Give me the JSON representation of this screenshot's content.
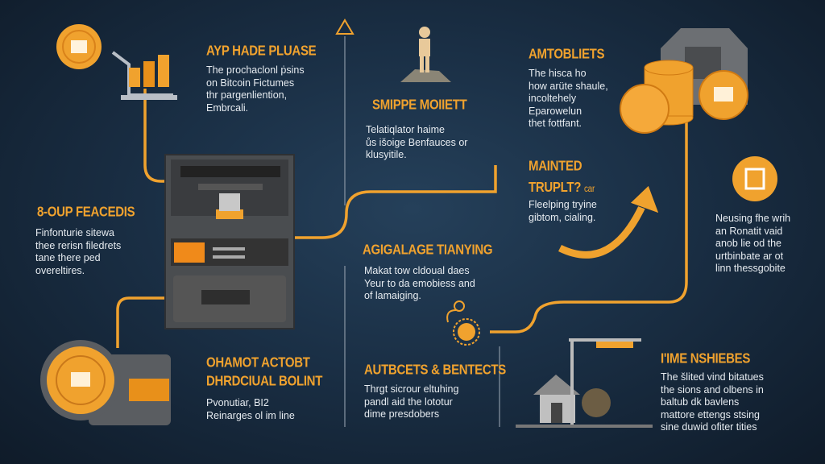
{
  "sections": [
    {
      "title": "AYP HADE PLUASE",
      "body": [
        "The prochaclonl ṗsins",
        "on Bitcoin Fictumes",
        "thr pargenliention,",
        "Embrcali."
      ]
    },
    {
      "title": "SMIPPE MOIIETT",
      "body": [
        "Telatiqlator haime",
        "ůs išoige Benfauces or",
        "klusyitile."
      ]
    },
    {
      "title": "AMTOBLIETS",
      "body": [
        "The hisca ho",
        "how arüte shaule,",
        "incoltehely",
        "Eparowelun",
        "thet fottfant."
      ]
    },
    {
      "title": "MAINTED TRUPLT?",
      "title_suffix": "car",
      "body": [
        "Fleelping tryine",
        "gibtom, cialing."
      ]
    },
    {
      "title": "8-OUP FEACEDIS",
      "body": [
        "Finfonturie sitewa",
        "thee rerisn filedrets",
        "tane there ped",
        "overeltires."
      ]
    },
    {
      "title": "AGIGALAGE TIANYING",
      "body": [
        "Makat tow cldoual daes",
        "Yeur to da emobiess and",
        "of lamaiging."
      ]
    },
    {
      "title": "",
      "body": [
        "Neusing fhe wrih",
        "an Ronatit vaid",
        "anob lie od the",
        "urtbinbate ar ot",
        "linn thessgobite"
      ]
    },
    {
      "title": "OHAMOT ACTOBT",
      "title2": "DHRDCIUAL BOLINT",
      "body": [
        "Pvonutiar, BI2",
        "Reinarges ol im line"
      ]
    },
    {
      "title": "AUTBCETS & BENTECTS",
      "body": [
        "Thrgt sicrour eltuhing",
        "pandl aid the lototur",
        "dime presdobers"
      ]
    },
    {
      "title": "I'IME NSHIEBES",
      "body": [
        "The šlited vind bitatues",
        "the sions and olbens in",
        "baltub dk bavlens",
        "mattore ettengs stsing",
        "sine duwid ofiter tities"
      ]
    }
  ],
  "colors": {
    "accent": "#f0a22e",
    "background": "#1a2f45",
    "text": "#e6ebf0"
  }
}
